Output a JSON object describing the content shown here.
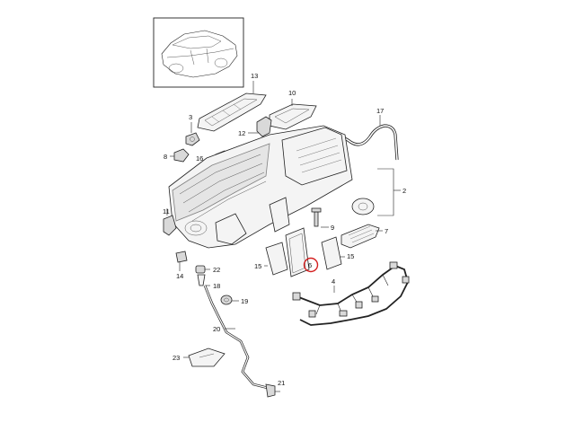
{
  "diagram": {
    "callouts": [
      "13",
      "10",
      "3",
      "12",
      "17",
      "8",
      "16",
      "2",
      "11",
      "9",
      "7",
      "15",
      "6",
      "15",
      "22",
      "14",
      "18",
      "4",
      "19",
      "20",
      "23",
      "21"
    ],
    "highlighted_callout": "6",
    "colors": {
      "line": "#222222",
      "highlight": "#d42020",
      "fill": "#f4f4f4"
    },
    "icons": [
      "car-icon"
    ]
  }
}
